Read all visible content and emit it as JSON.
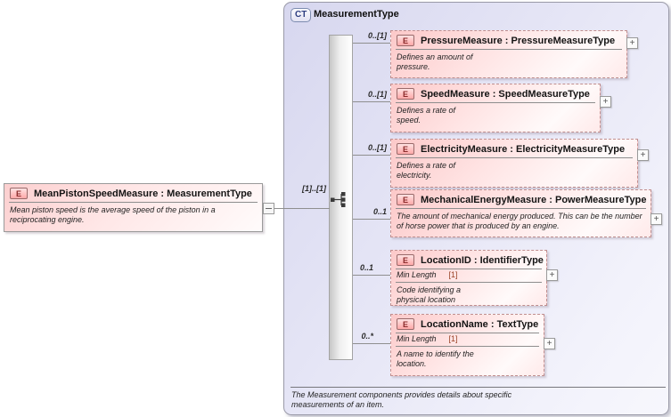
{
  "diagram": {
    "main_element": {
      "badge": "E",
      "title": "MeanPistonSpeedMeasure : MeasurementType",
      "description": "Mean piston speed is the average speed of the piston in a reciprocating engine.",
      "connector_cardinality": "[1]..[1]"
    },
    "complex_type": {
      "badge": "CT",
      "title": "MeasurementType",
      "compositor": "sequence",
      "children": [
        {
          "badge": "E",
          "title": "PressureMeasure : PressureMeasureType",
          "cardinality": "0..[1]",
          "description": "Defines an amount of pressure."
        },
        {
          "badge": "E",
          "title": "SpeedMeasure : SpeedMeasureType",
          "cardinality": "0..[1]",
          "description": "Defines a rate of speed."
        },
        {
          "badge": "E",
          "title": "ElectricityMeasure : ElectricityMeasureType",
          "cardinality": "0..[1]",
          "description": "Defines a rate of electricity."
        },
        {
          "badge": "E",
          "title": "MechanicalEnergyMeasure : PowerMeasureType",
          "cardinality": "0..1",
          "description": "The amount of mechanical energy produced.  This can be the number of horse power that is produced by an engine."
        },
        {
          "badge": "E",
          "title": "LocationID : IdentifierType",
          "cardinality": "0..1",
          "facet_name": "Min Length",
          "facet_value": "[1]",
          "description": "Code identifying a physical location"
        },
        {
          "badge": "E",
          "title": "LocationName : TextType",
          "cardinality": "0..*",
          "facet_name": "Min Length",
          "facet_value": "[1]",
          "description": "A name to identify the location."
        }
      ],
      "footer": "The Measurement components provides details about specific measurements of an item."
    },
    "icons": {
      "expand": "+"
    },
    "colors": {
      "element_fill": "#ffd9d9",
      "element_border": "#c08f8f",
      "badge_text": "#8a2a2a",
      "panel_fill": "#dcdcf2",
      "ct_badge_text": "#2e3f80",
      "connector": "#8f8f8f"
    }
  }
}
